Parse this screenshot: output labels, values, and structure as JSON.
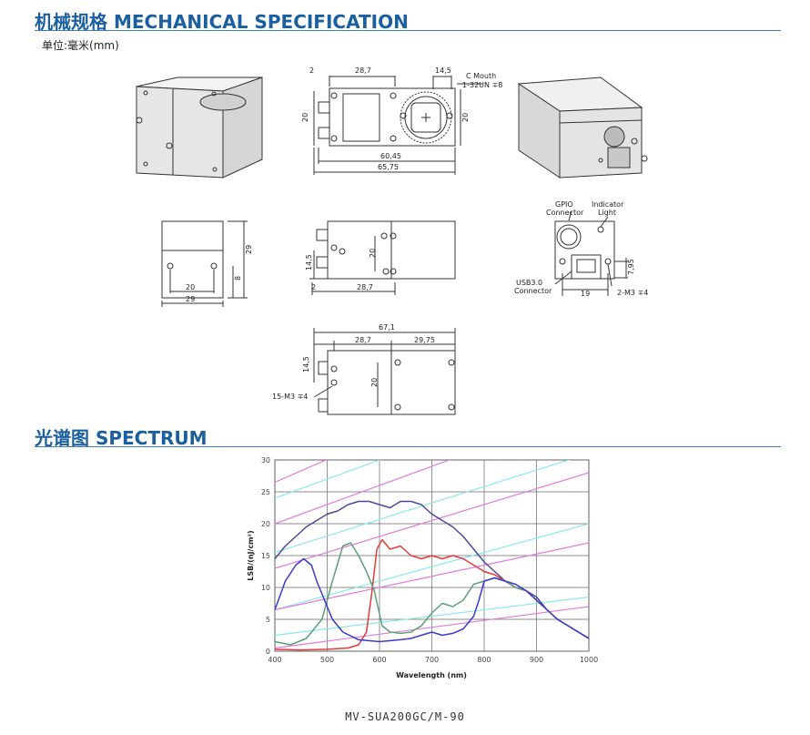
{
  "mechanical": {
    "title": "机械规格 MECHANICAL SPECIFICATION",
    "unit": "单位:毫米(mm)",
    "dims": {
      "front_2": "2",
      "front_28_7": "28,7",
      "front_14_5": "14,5",
      "c_mouth": "C Mouth",
      "thread": "1-32UN ∓8",
      "front_20_left": "20",
      "front_20_right": "20",
      "front_60_45": "60,45",
      "front_65_75": "65,75",
      "side_29_v": "29",
      "side_8": "8",
      "side_20": "20",
      "side_29_h": "29",
      "top_20": "20",
      "top_14_5": "14,5",
      "top_2": "2",
      "top_28_7": "28,7",
      "back_gpio": "GPIO",
      "back_connector1": "Connector",
      "back_indicator": "Indicator",
      "back_light": "Light",
      "back_usb": "USB3.0",
      "back_connector2": "Connector",
      "back_19": "19",
      "back_7_95": "7,95",
      "back_m3": "2-M3 ∓4",
      "bottom_67_1": "67,1",
      "bottom_28_7": "28,7",
      "bottom_29_75": "29,75",
      "bottom_14_5": "14,5",
      "bottom_20": "20",
      "bottom_m3": "15-M3 ∓4"
    }
  },
  "spectrum": {
    "title": "光谱图    SPECTRUM"
  },
  "chart_data": {
    "type": "line",
    "title": "",
    "xlabel": "Wavelength (nm)",
    "ylabel": "LSB/(nJ/cm²)",
    "xlim": [
      400,
      1000
    ],
    "ylim": [
      0,
      30
    ],
    "xticks": [
      400,
      500,
      600,
      700,
      800,
      900,
      1000
    ],
    "yticks": [
      0,
      5,
      10,
      15,
      20,
      25,
      30
    ],
    "grid": true,
    "colors": {
      "mono": "#4a4a9a",
      "red": "#e03c3c",
      "green": "#5aa078",
      "blue": "#3a3ad0",
      "cyan": "#8be8ea",
      "magenta": "#e07ae0"
    },
    "series": [
      {
        "key": "mono",
        "x": [
          400,
          420,
          440,
          460,
          480,
          500,
          520,
          540,
          560,
          580,
          600,
          620,
          640,
          660,
          680,
          700,
          720,
          740,
          760,
          780,
          800,
          820,
          840,
          860,
          880,
          900,
          920,
          940,
          960,
          980,
          1000
        ],
        "y": [
          14.5,
          16.5,
          18,
          19.5,
          20.5,
          21.5,
          22,
          23,
          23.5,
          23.5,
          23,
          22.5,
          23.5,
          23.5,
          23,
          21.5,
          20.5,
          19.5,
          18,
          16,
          14,
          12.5,
          11,
          10,
          9.5,
          8.5,
          6.5,
          5,
          4,
          3,
          2
        ]
      },
      {
        "key": "red",
        "x": [
          400,
          450,
          500,
          540,
          560,
          575,
          585,
          595,
          605,
          620,
          640,
          660,
          680,
          700,
          720,
          740,
          760,
          780,
          800,
          820,
          840,
          860,
          880,
          900,
          920,
          940,
          960,
          980,
          1000
        ],
        "y": [
          0.3,
          0.2,
          0.3,
          0.5,
          1,
          3,
          9,
          16,
          17.5,
          16,
          16.5,
          15,
          14.5,
          15,
          14.5,
          15,
          14.5,
          13.5,
          12.5,
          12,
          11,
          10,
          9.5,
          8,
          6.5,
          5,
          4,
          3,
          2
        ]
      },
      {
        "key": "green",
        "x": [
          400,
          430,
          460,
          490,
          510,
          530,
          545,
          560,
          575,
          590,
          605,
          620,
          640,
          660,
          680,
          700,
          720,
          740,
          760,
          780,
          800,
          820,
          840,
          860,
          880,
          900,
          920,
          940,
          960,
          980,
          1000
        ],
        "y": [
          1.5,
          1,
          2,
          5,
          11,
          16.5,
          17,
          15,
          12.5,
          9.5,
          4,
          3,
          2.8,
          3,
          4,
          6,
          7.5,
          7,
          8,
          10.5,
          11,
          11.5,
          11,
          10,
          9.5,
          8,
          6.5,
          5,
          4,
          3,
          2
        ]
      },
      {
        "key": "blue",
        "x": [
          400,
          420,
          440,
          455,
          470,
          480,
          495,
          510,
          530,
          560,
          600,
          640,
          660,
          680,
          700,
          720,
          740,
          760,
          780,
          790,
          800,
          820,
          840,
          860,
          880,
          900,
          920,
          940,
          960,
          980,
          1000
        ],
        "y": [
          6.5,
          11,
          13.5,
          14.5,
          13.5,
          11,
          8,
          5,
          3,
          1.8,
          1.5,
          1.8,
          2,
          2.5,
          3,
          2.5,
          2.8,
          3.5,
          5.5,
          8,
          11,
          11.5,
          11,
          10.5,
          9.5,
          8,
          6.5,
          5,
          4,
          3,
          2
        ]
      }
    ],
    "qe_lines": [
      {
        "key": "cyan",
        "x": [
          400,
          1000
        ],
        "y": [
          2.5,
          8.5
        ]
      },
      {
        "key": "cyan",
        "x": [
          400,
          1000
        ],
        "y": [
          6.5,
          20
        ]
      },
      {
        "key": "cyan",
        "x": [
          400,
          1000
        ],
        "y": [
          15.5,
          31
        ]
      },
      {
        "key": "cyan",
        "x": [
          400,
          1000
        ],
        "y": [
          24,
          42
        ]
      },
      {
        "key": "magenta",
        "x": [
          400,
          1000
        ],
        "y": [
          0.5,
          7
        ]
      },
      {
        "key": "magenta",
        "x": [
          400,
          1000
        ],
        "y": [
          6.5,
          17
        ]
      },
      {
        "key": "magenta",
        "x": [
          400,
          1000
        ],
        "y": [
          13,
          28
        ]
      },
      {
        "key": "magenta",
        "x": [
          400,
          1000
        ],
        "y": [
          20,
          38
        ]
      },
      {
        "key": "magenta",
        "x": [
          400,
          1000
        ],
        "y": [
          26.5,
          48
        ]
      }
    ]
  },
  "footer": {
    "model": "MV-SUA200GC/M-90"
  }
}
